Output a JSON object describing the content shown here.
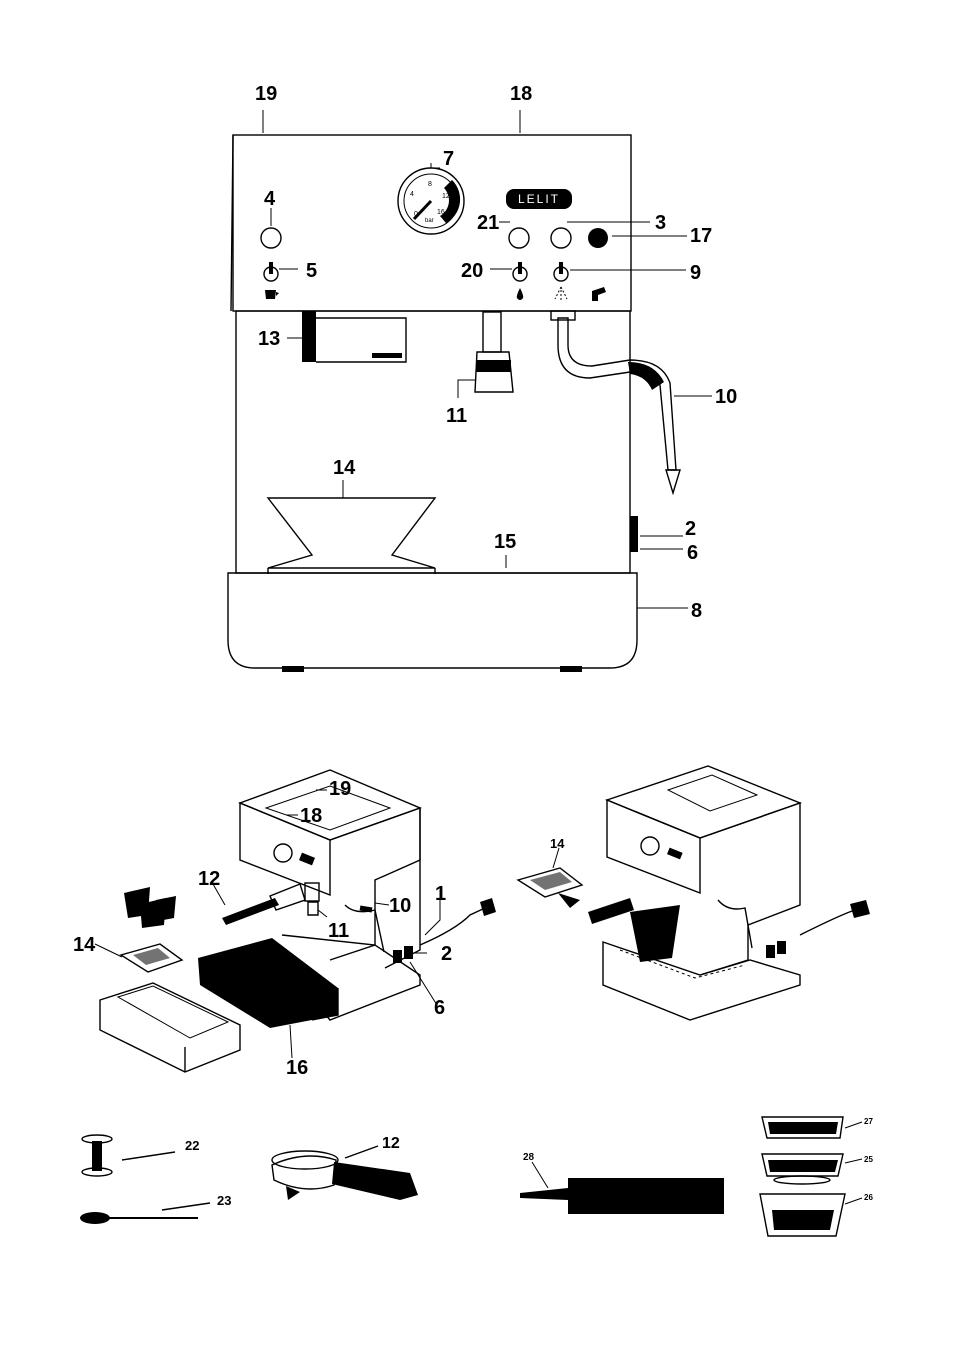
{
  "brand": {
    "logo_text": "LELIT"
  },
  "gauge": {
    "unit": "bar",
    "tick_labels": [
      "0",
      "4",
      "8",
      "12",
      "16"
    ]
  },
  "labels": {
    "front": {
      "n19": "19",
      "n18": "18",
      "n7": "7",
      "n4": "4",
      "n21": "21",
      "n3": "3",
      "n17": "17",
      "n5": "5",
      "n20": "20",
      "n9": "9",
      "n13": "13",
      "n10": "10",
      "n11": "11",
      "n14": "14",
      "n2": "2",
      "n15": "15",
      "n6": "6",
      "n8": "8"
    },
    "exploded": {
      "n19": "19",
      "n18": "18",
      "n12": "12",
      "n10": "10",
      "n1": "1",
      "n11": "11",
      "n14": "14",
      "n2": "2",
      "n6": "6",
      "n16": "16"
    },
    "assembled": {
      "n14": "14"
    },
    "accessories": {
      "n22": "22",
      "n23": "23",
      "n12": "12",
      "n28": "28",
      "n27": "27",
      "n25": "25",
      "n26": "26"
    }
  }
}
